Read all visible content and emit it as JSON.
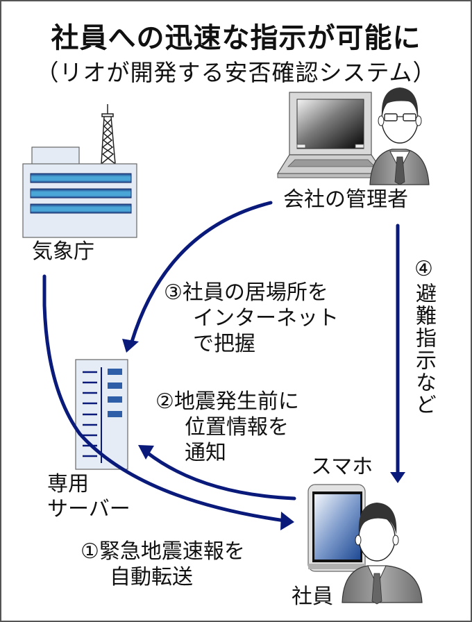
{
  "header": {
    "title": "社員への迅速な指示が可能に",
    "subtitle": "（リオが開発する安否確認システム）"
  },
  "nodes": {
    "jma": {
      "label": "気象庁",
      "icon": "weather-agency-building-icon"
    },
    "admin": {
      "label": "会社の管理者",
      "icon": "manager-with-laptop-icon"
    },
    "server": {
      "label_lines": [
        "専用",
        "サーバー"
      ],
      "icon": "server-icon"
    },
    "smartphone": {
      "label": "スマホ",
      "icon": "smartphone-icon"
    },
    "employee": {
      "label": "社員",
      "icon": "employee-icon"
    }
  },
  "steps": [
    {
      "number": "①",
      "lines": [
        "緊急地震速報を",
        "自動転送"
      ]
    },
    {
      "number": "②",
      "lines": [
        "地震発生前に",
        "位置情報を",
        "通知"
      ]
    },
    {
      "number": "③",
      "lines": [
        "社員の居場所を",
        "インターネット",
        "で把握"
      ]
    },
    {
      "number": "④",
      "text": "避難指示など"
    }
  ],
  "colors": {
    "arrow": "#0a1a7a",
    "building_fill": "#e4ebf4",
    "window_blue": "#3f9fd0",
    "server_fill": "#e6ecf6",
    "server_led": "#2f5ea8",
    "suit_gray": "#8a8a8a"
  }
}
